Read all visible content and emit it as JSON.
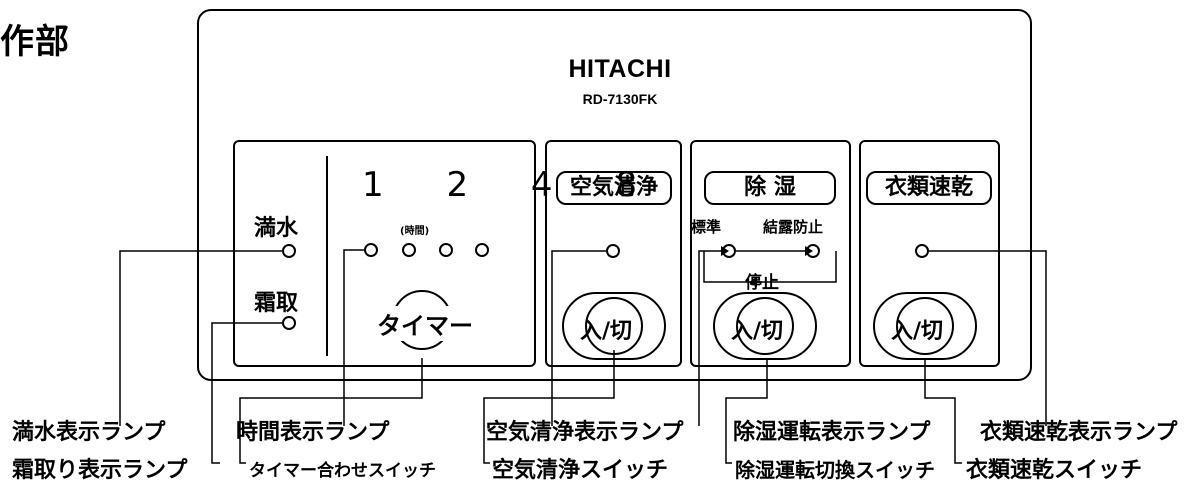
{
  "section_title": "作部",
  "brand": "HITACHI",
  "model": "RD-7130FK",
  "timer_section": {
    "full_water": "満水",
    "defrost": "霜取",
    "hours": "1 2 4 8",
    "hours_unit": "(時間)",
    "timer_button": "タイマー"
  },
  "air_clean": {
    "title": "空気清浄",
    "button": "入/切"
  },
  "dehumidify": {
    "title": "除 湿",
    "standard": "標準",
    "anti_condensation": "結露防止",
    "stop": "停止",
    "button": "入/切"
  },
  "laundry": {
    "title": "衣類速乾",
    "button": "入/切"
  },
  "captions": {
    "full_water_lamp": "満水表示ランプ",
    "defrost_lamp": "霜取り表示ランプ",
    "time_lamp": "時間表示ランプ",
    "timer_switch": "タイマー合わせスイッチ",
    "air_clean_lamp": "空気清浄表示ランプ",
    "air_clean_switch": "空気清浄スイッチ",
    "dehumidify_lamp": "除湿運転表示ランプ",
    "dehumidify_switch": "除湿運転切換スイッチ",
    "laundry_lamp": "衣類速乾表示ランプ",
    "laundry_switch": "衣類速乾スイッチ"
  }
}
